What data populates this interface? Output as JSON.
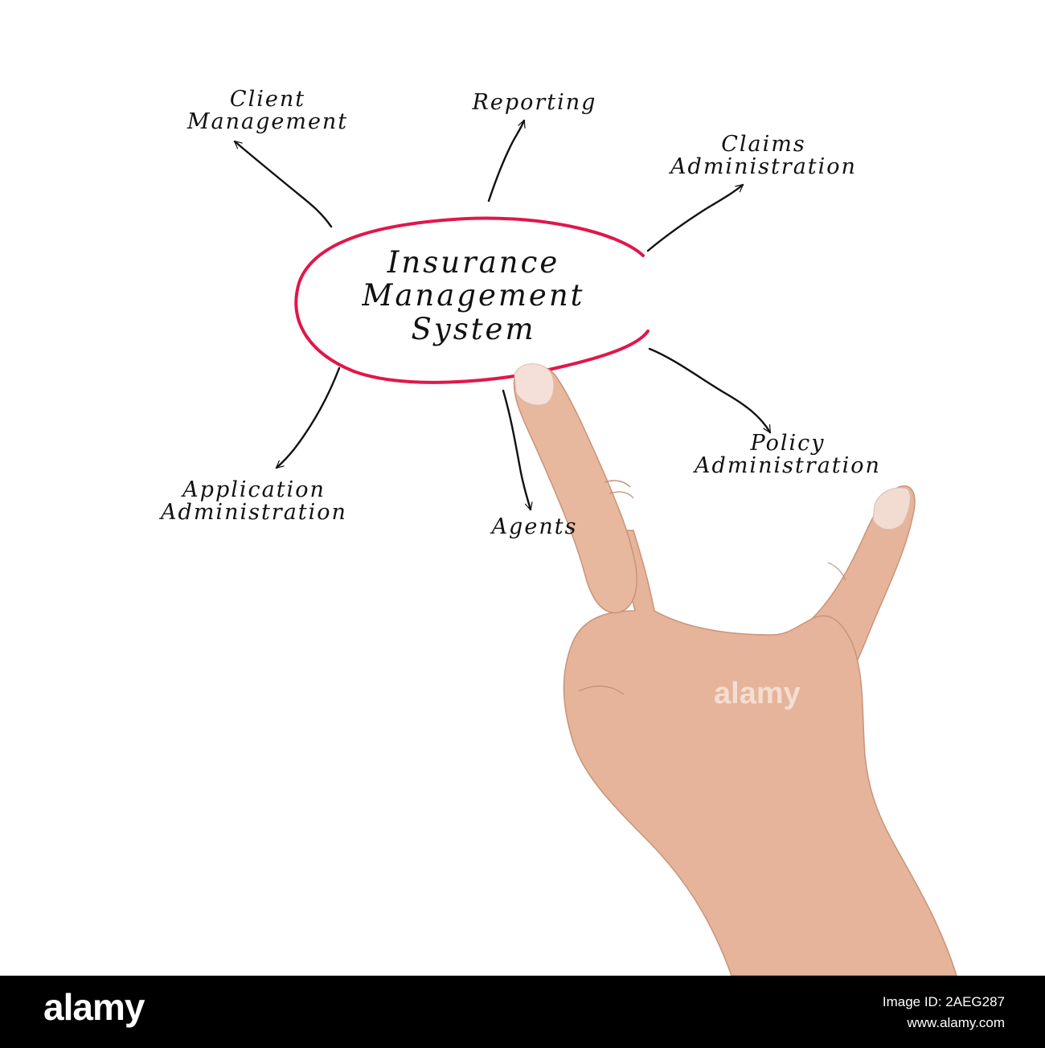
{
  "diagram": {
    "center": {
      "line1": "Insurance",
      "line2": "Management",
      "line3": "System",
      "ring_color": "#e0174a"
    },
    "nodes": {
      "client_management": {
        "line1": "Client",
        "line2": "Management"
      },
      "reporting": {
        "line1": "Reporting"
      },
      "claims_administration": {
        "line1": "Claims",
        "line2": "Administration"
      },
      "policy_administration": {
        "line1": "Policy",
        "line2": "Administration"
      },
      "agents": {
        "line1": "Agents"
      },
      "application_administration": {
        "line1": "Application",
        "line2": "Administration"
      }
    },
    "arrow_color": "#111111"
  },
  "watermark": {
    "text": "alamy"
  },
  "footer": {
    "logo": "alamy",
    "image_id": "Image ID: 2AEG287",
    "site": "www.alamy.com"
  }
}
